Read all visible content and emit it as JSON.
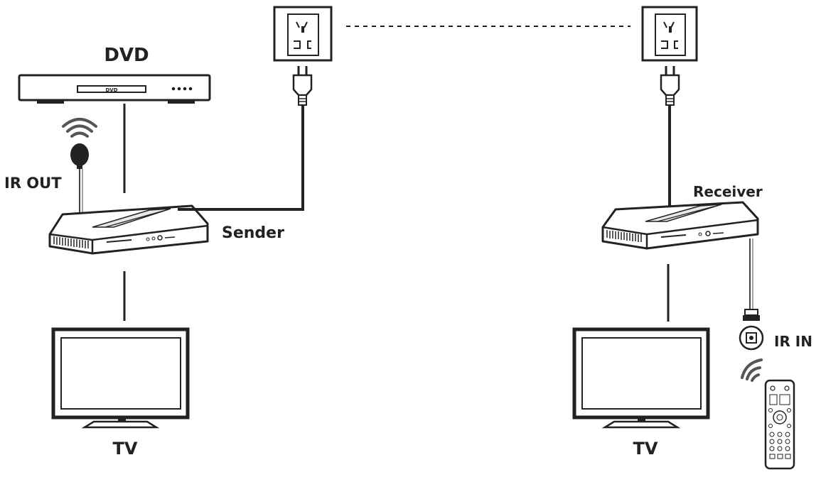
{
  "labels": {
    "dvd": "DVD",
    "dvd_display": "DVD",
    "ir_out": "IR OUT",
    "sender": "Sender",
    "receiver": "Receiver",
    "tv_left": "TV",
    "tv_right": "TV",
    "ir_in": "IR IN"
  },
  "colors": {
    "stroke": "#222222",
    "cable": "#1a1a1a",
    "wave": "#555555",
    "device_top": "#e8e8e8"
  },
  "icons": {
    "wall_outlet": "wall-outlet-icon",
    "power_plug": "power-plug-icon",
    "ir_emitter": "ir-emitter-icon",
    "ir_receiver": "ir-receiver-icon",
    "remote": "remote-control-icon",
    "wifi_waves": "signal-waves-icon",
    "tv": "tv-icon",
    "dvd_player": "dvd-player-icon",
    "extender": "hdmi-extender-icon"
  }
}
